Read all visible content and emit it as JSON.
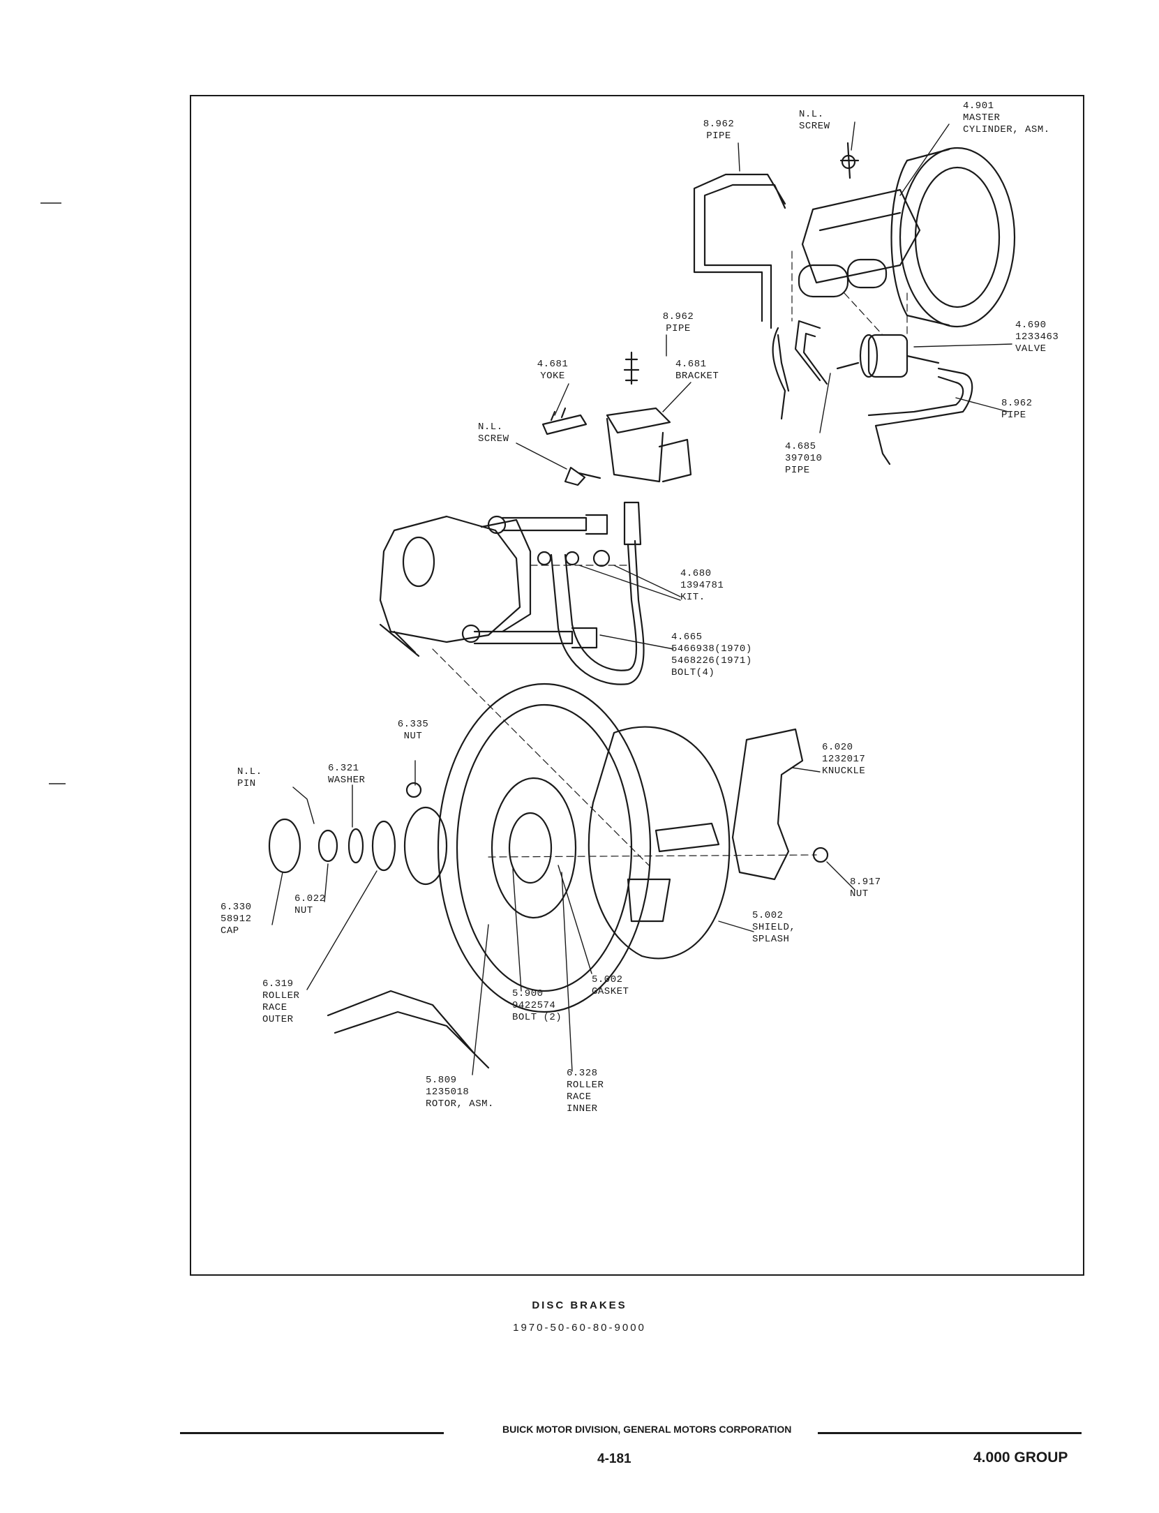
{
  "labels": {
    "master_cyl": "4.901\nMASTER\nCYLINDER, ASM.",
    "pipe_top": "8.962\nPIPE",
    "screw_top": "N.L.\nSCREW",
    "pipe_mid": "8.962\nPIPE",
    "yoke": "4.681\nYOKE",
    "bracket": "4.681\nBRACKET",
    "screw_mid": "N.L.\nSCREW",
    "valve": "4.690\n1233463\nVALVE",
    "pipe_right": "8.962\nPIPE",
    "pipe_4685": "4.685\n397010\nPIPE",
    "kit": "4.680\n1394781\nKIT.",
    "bolt_4665": "4.665\n5466938(1970)\n5468226(1971)\nBOLT(4)",
    "nut_6335": "6.335\nNUT",
    "pin": "N.L.\nPIN",
    "washer": "6.321\nWASHER",
    "knuckle": "6.020\n1232017\nKNUCKLE",
    "nut_8917": "8.917\nNUT",
    "cap": "6.330\n58912\nCAP",
    "nut_6022": "6.022\nNUT",
    "shield": "5.002\nSHIELD,\nSPLASH",
    "race_outer": "6.319\nROLLER\nRACE\nOUTER",
    "bolt_5900": "5.900\n9422574\nBOLT (2)",
    "gasket": "5.002\nGASKET",
    "rotor": "5.809\n1235018\nROTOR, ASM.",
    "race_inner": "6.328\nROLLER\nRACE\nINNER"
  },
  "caption": {
    "title": "DISC BRAKES",
    "code": "1970-50-60-80-9000"
  },
  "footer": {
    "company": "BUICK MOTOR DIVISION, GENERAL MOTORS CORPORATION",
    "page": "4-181",
    "group": "4.000 GROUP"
  },
  "colors": {
    "ink": "#1a1a1a",
    "paper": "#ffffff"
  }
}
